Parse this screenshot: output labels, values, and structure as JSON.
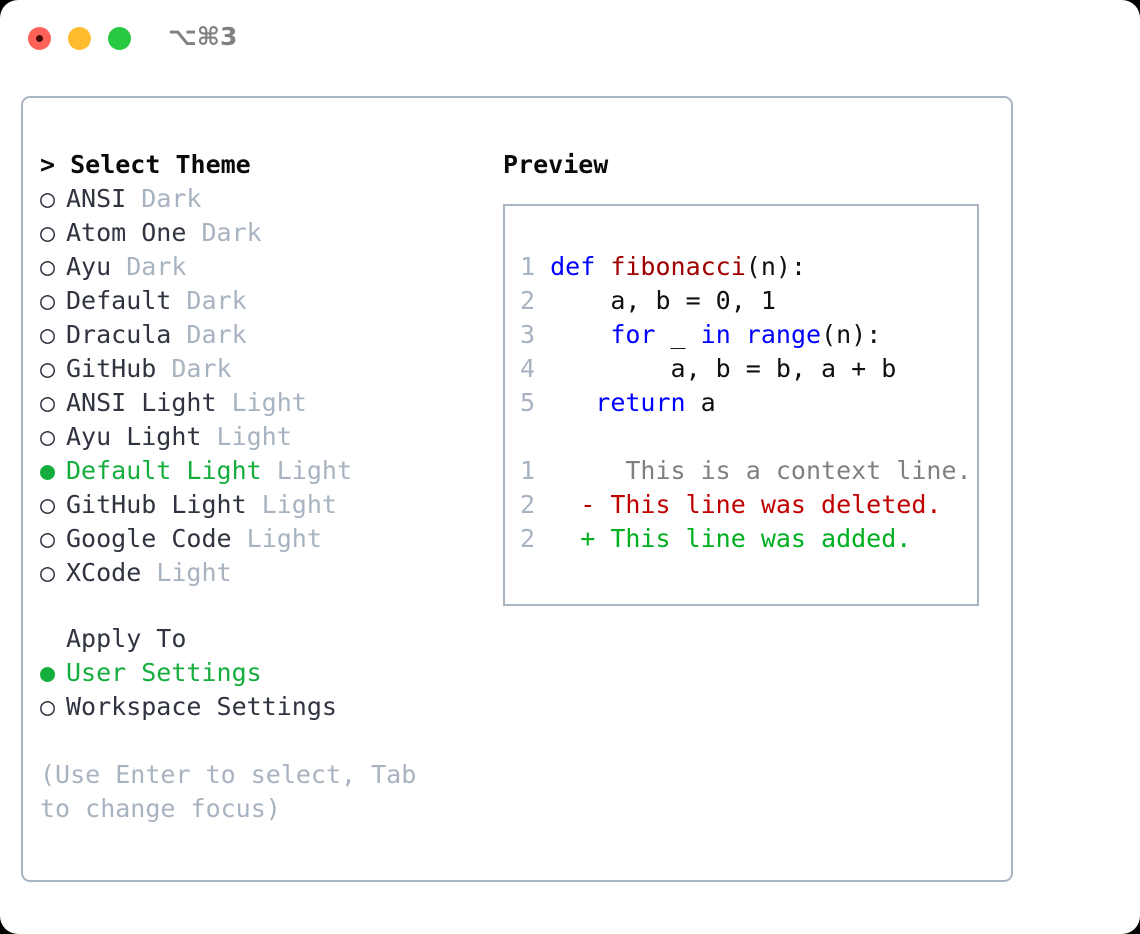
{
  "titlebar": {
    "shortcut": "⌥⌘3",
    "buttons": [
      {
        "name": "close",
        "color": "#ff6159"
      },
      {
        "name": "minimize",
        "color": "#febc2e"
      },
      {
        "name": "maximize",
        "color": "#28c841"
      }
    ]
  },
  "colors": {
    "selected_green": "#14ae3c",
    "muted_gray": "#a8b3c1",
    "text": "#2f3440",
    "border": "#a9b4c2",
    "keyword_blue": "#0000ff",
    "function_red": "#a00000",
    "diff_deleted": "#c00000",
    "diff_added": "#00b020",
    "diff_context": "#808080"
  },
  "theme_panel": {
    "header": "> Select Theme",
    "selected_marker": "●",
    "unselected_marker": "○",
    "items": [
      {
        "name": "ANSI",
        "category": "Dark",
        "selected": false
      },
      {
        "name": "Atom One",
        "category": "Dark",
        "selected": false
      },
      {
        "name": "Ayu",
        "category": "Dark",
        "selected": false
      },
      {
        "name": "Default",
        "category": "Dark",
        "selected": false
      },
      {
        "name": "Dracula",
        "category": "Dark",
        "selected": false
      },
      {
        "name": "GitHub",
        "category": "Dark",
        "selected": false
      },
      {
        "name": "ANSI Light",
        "category": "Light",
        "selected": false
      },
      {
        "name": "Ayu Light",
        "category": "Light",
        "selected": false
      },
      {
        "name": "Default Light",
        "category": "Light",
        "selected": true
      },
      {
        "name": "GitHub Light",
        "category": "Light",
        "selected": false
      },
      {
        "name": "Google Code",
        "category": "Light",
        "selected": false
      },
      {
        "name": "XCode",
        "category": "Light",
        "selected": false
      }
    ]
  },
  "apply_to": {
    "header": "Apply To",
    "options": [
      {
        "name": "User Settings",
        "selected": true
      },
      {
        "name": "Workspace Settings",
        "selected": false
      }
    ]
  },
  "hint": "(Use Enter to select, Tab to change focus)",
  "preview": {
    "header": "Preview",
    "code_lines": [
      {
        "num": "1",
        "tokens": [
          {
            "t": "def ",
            "c": "kw"
          },
          {
            "t": "fibonacci",
            "c": "fn"
          },
          {
            "t": "(n):",
            "c": "plain"
          }
        ]
      },
      {
        "num": "2",
        "tokens": [
          {
            "t": "    a, b = 0, 1",
            "c": "plain"
          }
        ]
      },
      {
        "num": "3",
        "tokens": [
          {
            "t": "    ",
            "c": "plain"
          },
          {
            "t": "for",
            "c": "kw"
          },
          {
            "t": " _ ",
            "c": "plain"
          },
          {
            "t": "in ",
            "c": "kw"
          },
          {
            "t": "range",
            "c": "kw"
          },
          {
            "t": "(n):",
            "c": "plain"
          }
        ]
      },
      {
        "num": "4",
        "tokens": [
          {
            "t": "        a, b = b, a + b",
            "c": "plain"
          }
        ]
      },
      {
        "num": "5",
        "tokens": [
          {
            "t": "   ",
            "c": "plain"
          },
          {
            "t": "return",
            "c": "kw"
          },
          {
            "t": " a",
            "c": "plain"
          }
        ]
      }
    ],
    "diff_lines": [
      {
        "num": "1",
        "marker": " ",
        "text": "  This is a context line.",
        "kind": "ctx"
      },
      {
        "num": "2",
        "marker": "-",
        "text": " This line was deleted.",
        "kind": "del"
      },
      {
        "num": "2",
        "marker": "+",
        "text": " This line was added.",
        "kind": "add"
      }
    ]
  }
}
